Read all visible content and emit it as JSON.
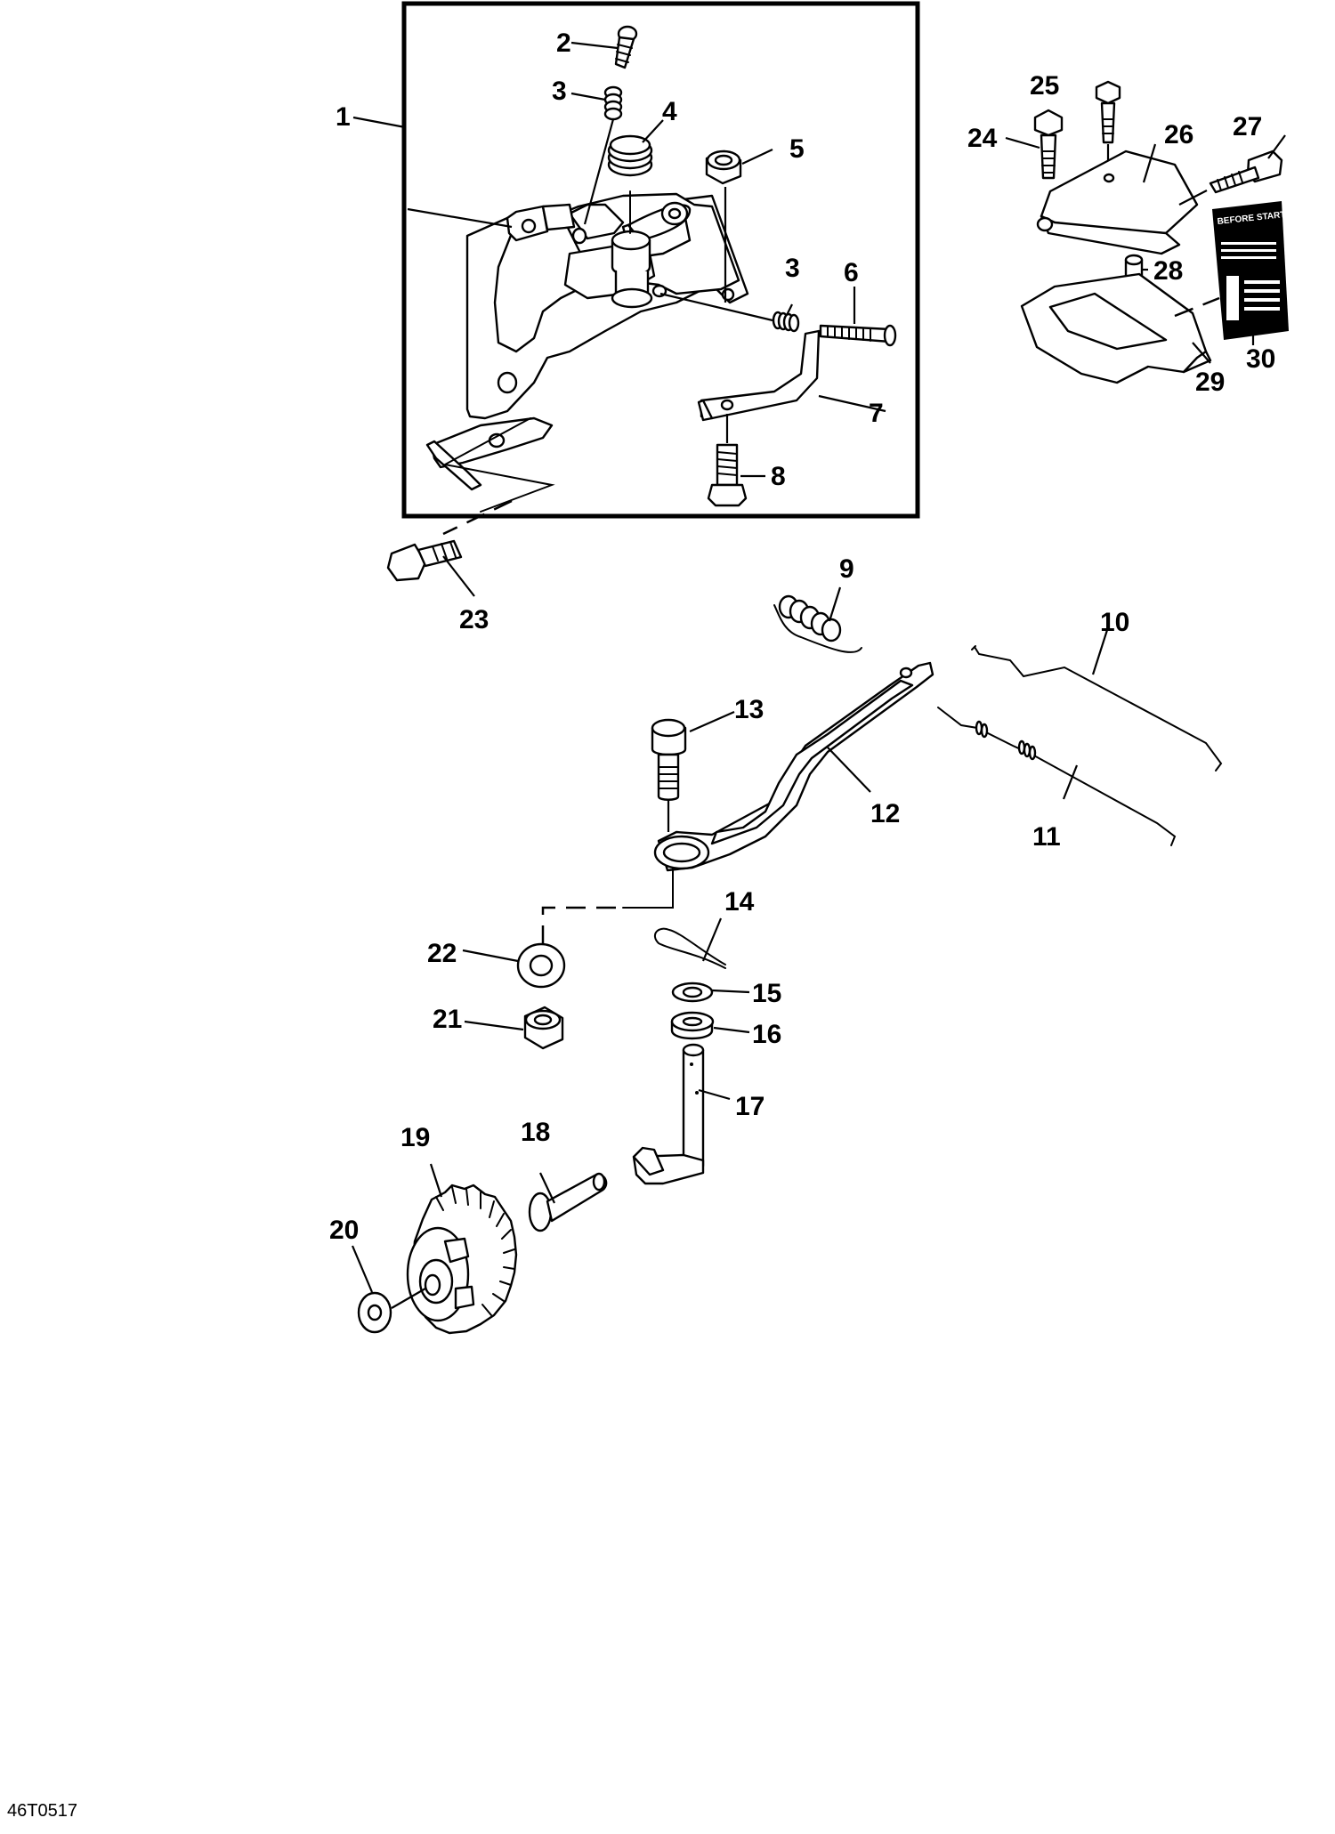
{
  "figure_code": "46T0517",
  "callouts": [
    "1",
    "2",
    "3",
    "3",
    "4",
    "5",
    "6",
    "7",
    "8",
    "9",
    "10",
    "11",
    "12",
    "13",
    "14",
    "15",
    "16",
    "17",
    "18",
    "19",
    "20",
    "21",
    "22",
    "23",
    "24",
    "25",
    "26",
    "27",
    "28",
    "29",
    "30"
  ],
  "decal": {
    "heading": "BEFORE STARTING"
  },
  "colors": {
    "line": "#000000",
    "background": "#ffffff"
  }
}
